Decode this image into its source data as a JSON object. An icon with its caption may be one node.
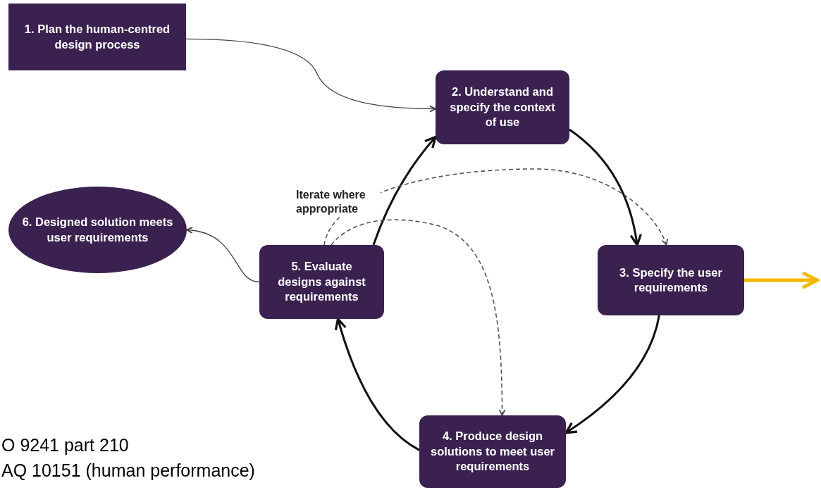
{
  "diagram": {
    "nodes": [
      {
        "text": [
          "1. Plan the human-centred design process"
        ]
      },
      {
        "text": [
          "2. Understand and specify the context of use"
        ]
      },
      {
        "text": [
          "3. Specify the user requirements"
        ]
      },
      {
        "text": [
          "4. Produce design solutions to meet user requirements"
        ]
      },
      {
        "text": [
          "5. Evaluate designs against requirements"
        ]
      },
      {
        "text": [
          "6. Designed solution meets user requirements"
        ]
      }
    ],
    "edges": [
      {
        "from": 0,
        "to": 1,
        "arrow": "to",
        "color": "#444444"
      },
      {
        "from": 1,
        "to": 2,
        "arrow": "to"
      },
      {
        "from": 2,
        "to": 3,
        "arrow": "to"
      },
      {
        "from": 3,
        "to": 4,
        "arrow": "to"
      },
      {
        "from": 4,
        "to": 1,
        "arrow": "to"
      },
      {
        "from": 4,
        "to": 2,
        "arrow": "to",
        "style": "dashed",
        "label": "Iterate where appropriate"
      },
      {
        "from": 4,
        "to": 3,
        "arrow": "to",
        "style": "dashed"
      },
      {
        "from": 4,
        "to": 5,
        "arrow": "to",
        "color": "#444444"
      },
      {
        "from": 2,
        "to": null,
        "arrow": "to",
        "color": "#f5b800"
      }
    ],
    "labels": [
      "O 9241 part 210",
      "AQ 10151 (human performance)"
    ]
  }
}
